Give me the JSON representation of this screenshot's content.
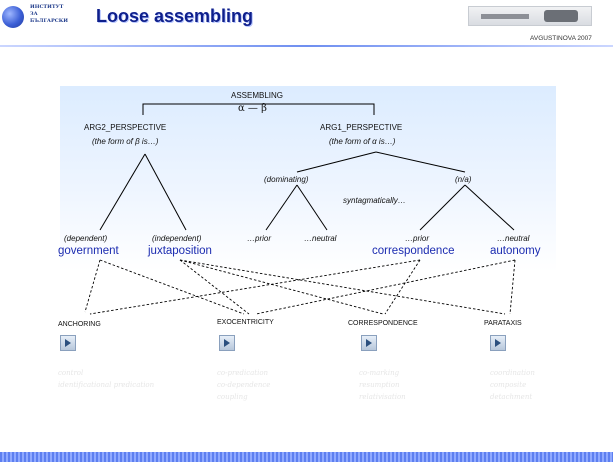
{
  "header": {
    "logo_text": "ИНСТИТУТ\nЗА\nБЪЛГАРСКИ",
    "title": "Loose assembling",
    "author": "AVGUSTINOVA 2007"
  },
  "diagram": {
    "root": "ASSEMBLING",
    "alpha_beta": "α — β",
    "arg2": "ARG2_PERSPECTIVE",
    "arg2_sub": "(the form of β is…)",
    "arg1": "ARG1_PERSPECTIVE",
    "arg1_sub": "(the form of α is…)",
    "dominating": "(dominating)",
    "na": "(n/a)",
    "syntagmatically": "syntagmatically…",
    "prior1": "…prior",
    "neutral1": "…neutral",
    "prior2": "…prior",
    "neutral2": "…neutral",
    "dependent": "(dependent)",
    "government": "government",
    "independent": "(independent)",
    "juxtaposition": "juxtaposition",
    "correspondence_big": "correspondence",
    "autonomy": "autonomy"
  },
  "categories": [
    {
      "label": "ANCHORING",
      "faint": [
        "control",
        "identificational predication"
      ]
    },
    {
      "label": "EXOCENTRICITY",
      "faint": [
        "co-predication",
        "co-dependence",
        "coupling"
      ]
    },
    {
      "label": "CORRESPONDENCE",
      "faint": [
        "co-marking",
        "resumption",
        "relativisation"
      ]
    },
    {
      "label": "PARATAXIS",
      "faint": [
        "coordination",
        "composite",
        "detachment"
      ]
    }
  ]
}
